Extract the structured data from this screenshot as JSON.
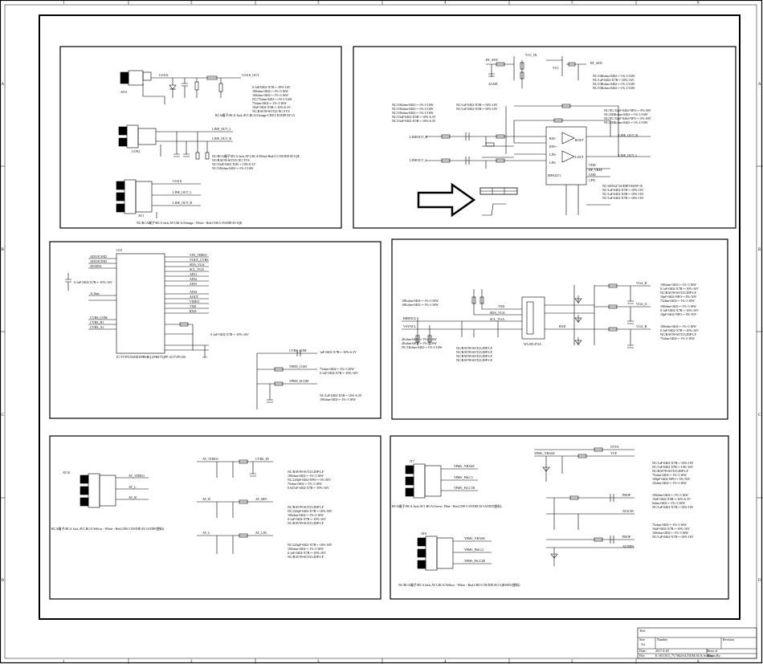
{
  "ruler": {
    "top": [
      "1",
      "2",
      "3",
      "4",
      "5",
      "6"
    ],
    "bottom": [
      "1",
      "2",
      "3",
      "4",
      "5",
      "6"
    ],
    "left": [
      "A",
      "B",
      "C",
      "D"
    ],
    "right": [
      "A",
      "B",
      "C",
      "D"
    ]
  },
  "title_block": {
    "title_label": "Title",
    "size_label": "Size",
    "size_value": "A4",
    "number_label": "Number",
    "revision_label": "Revision",
    "date_label": "Date:",
    "date_value": "2017-4-20",
    "file_label": "File:",
    "file_value": "E:\\AV1015_7V7002\\ALTIUM\\AUX.SchDoc",
    "sheet_label": "Sheet of",
    "drawn_label": "Drawn By:"
  },
  "coax": {
    "jack": "AVI1",
    "net_in": "COAX",
    "net_out": "COAX_OUT",
    "notes": [
      "0.1uF/0402-X7R-+-10%-16V",
      "100ohm-0402-+-1%-1/16W",
      "100ohm-0402-+-1%-1/16W",
      "NC/75ohm-0402-+-1%-1/16W",
      "75ohm-0402-+-1%-1/16W",
      "10uF-0402-X5R-+-10%-6.3V",
      "NC/BAV99-SOT23 NC/TVS",
      "RCA端子/RCA Jack,AV1,RCA/Orange-CH0.5 IO/DIP,AV1A"
    ],
    "line_out_l": "LINE_OUT_L",
    "line_out_r": "LINE_OUT_R",
    "line_jack": "CON2",
    "line_notes": [
      "NC/RCA端子/RCA Jack,AV1,RCA/White-Red/2.5.5N/DIP,AV1QE",
      "NC/BAV99-SOT23 NC/TVS",
      "NC/10uF-0402 X5R-+-10%-6.3V",
      "NC/100ohm-0402-+-1%-1/16W"
    ],
    "av_jack": "AV1",
    "av_nets": [
      "COAX",
      "LINE_OUT_L",
      "LINE_OUT_R"
    ],
    "av_note": "NC/RCA端子/RCA Jack,AV1,RCA/Orange - White - Red,CH0.5.5N/DIP,AV1QE"
  },
  "amp": {
    "top_nets": [
      "BT_SEN",
      "VCC_IN",
      "AGND",
      "VCC",
      "BT_SEN"
    ],
    "in_r": "LINEOUT_R",
    "in_l": "LINEOUT_L",
    "ic": "MPA3271",
    "pins_left": [
      "RIN-",
      "RIN+",
      "LIN+",
      "LIN-"
    ],
    "pins_right": [
      "ROUT",
      "LOUT",
      "VDD",
      "BP_VREF",
      "GND",
      "CPN"
    ],
    "out_r": "LINE_OUT_R",
    "out_l": "LINE_OUT_L",
    "notes": [
      "NC/100ohm-0402-+-1%-1/16W",
      "NC/100ohm-0402-+-1%-1/16W",
      "NC/100ohm-0402-+-1%-1/16W",
      "NC/10uF-0402-X5R-+-10%-6.3V",
      "NC/10uF-0402-X5R-+-10%-6.3V",
      "NC/1uF-0402-X5R-+-10%-16V",
      "NC/1uF-0402-X5R-+-10%-16V"
    ],
    "right_notes": [
      "NC/10Kohm-0402-+-1%-1/16W",
      "NC/1uF-0402-X7R-+-10%-16V",
      "NC/10Kohm-0402-+-1%-1/16W",
      "NC/10Kohm-0402-+-1%-1/16W"
    ],
    "fb_notes": [
      "NC/NC/33pF-0402-NPO-+-5%-50V",
      "NC/200Kohm-0402-+-1%-1/16W",
      "NC/NC/33pF-0402-NPO-+-5%-50V",
      "NC/200Kohm-0402-+-1%-1/16W"
    ],
    "bottom_notes": [
      "NC/APA3271S/DIP,TSSOP-16",
      "NC/1uF-0402-X7R-+-10%-16V",
      "NC/1uF-0402-X5R-+-10%-16V",
      "NC/1uF-0402-X7R-+-10%-16V"
    ]
  },
  "decoder": {
    "ic": "U10",
    "left_nets": [
      "ADC0C3ND",
      "ADC0C5ND",
      "AVSD33"
    ],
    "net_labels": [
      "11.0ms",
      "CVBS_COM",
      "CVBS_B1",
      "CVBS_A1"
    ],
    "right_nets": [
      "VIN_VIDEO",
      "VOUT_CVBS",
      "SDA_VGA",
      "SCL_VGA",
      "AIN1",
      "AIN2",
      "AIN3",
      "AIN4",
      "AOUT",
      "VIDEO",
      "TXD",
      "RXD"
    ],
    "cap_note": "0.1uF-0402-X7R-+-10%-16V",
    "foot_note": "IC/TVP5150AM1IPBSRQ1/PBS/TQFP-32,TVP5150",
    "out_nets": [
      "CVBS_COM",
      "VPBN_COM",
      "VPBN_SCOM"
    ],
    "r_notes": [
      "1nF-0402-X7R-+-10%-6.3V",
      "75ohm-0402-+-1%-1/16W",
      "0.1uF-0402-X7R-+-10%-16V",
      "NC/1uF-0402-X5R-+-10%-6.3V",
      "100ohm-0402-+-1%-1/16W"
    ]
  },
  "vga": {
    "ic": "W1205-472A",
    "left_nets": [
      "BRDNCL",
      "VSYNCL"
    ],
    "mid_nets": [
      "TXD",
      "SDA_VGA",
      "SCL_VGA",
      "RXD"
    ],
    "right_nets": [
      "VGA_R",
      "VGA_G",
      "VGA_B"
    ],
    "r_notes": [
      "100ohm-0402-+-1%-1/16W",
      "0.1uF-0402-X7R-+-10%-16V",
      "NC/BAV99-SOT23,DIP-LF",
      "10pF-0402-NPO-+-5%-50V",
      "75ohm-0402-+-1%-1/16W"
    ],
    "left_notes": [
      "10Kohm-0402-+-1%-1/16W",
      "10Kohm-0402-+-1%-1/16W",
      "2Kohm-0402-+-1%-1/16W",
      "2Kohm-0402-+-1%-1/16W",
      "NC/1Kohm-0402-+-1%-1/16W"
    ],
    "mid_notes": [
      "NC/BAV99-SOT23,DIP-LF",
      "NC/BAV99-SOT23,DIP-LF",
      "NC/BAV99-SOT23,DIP-LF",
      "NC/BAV99-SOT23,DIP-LF"
    ],
    "b_notes": [
      "100ohm-0402-+-1%-1/16W",
      "0.1uF-0402-X7R-+-10%-16V",
      "NC/BAV99-SOT23,DIP-LF",
      "75ohm-0402-+-1%-1/16W"
    ]
  },
  "av_in": {
    "jack": "AV10",
    "pins": [
      "AV_VIDEO",
      "AV_L",
      "AV_R"
    ],
    "note": "RCA端子/RCA Jack,AV1,RCA/Yellow - White - Red,CH0.5.5N/DIP,AV1A/DIP(塑料)",
    "nets": [
      "AV_VIDEO",
      "CVBS_IN",
      "AV_R",
      "AV_RIN",
      "AV_L",
      "AV_LIN"
    ],
    "notes1": [
      "NC/BAV99-SOT23,DIP-LF",
      "100ohm-0402-+-1%-1/16W",
      "NC/220pF-0402-NPO-+-5%-50V",
      "75ohm-0402-+-1%-1/16W",
      "0.047uF-0402-X7R-+-10%-16V"
    ],
    "notes2": [
      "NC/BAV99-SOT23,DIP-LF",
      "NC/220pF-0402-X7R-+-10%-50V",
      "100ohm-0402-+-1%-1/16W",
      "0.1uF-0402-X7R-+-10%-16V",
      "NC/BAV99-SOT23,DIP-LF"
    ],
    "notes3": [
      "NC/220pF-0402-X7R-+-10%-50V",
      "100ohm-0402-+-1%-1/16W",
      "0.1uF-0402-X7R-+-10%-16V",
      "NC/BAV99-SOT23,DIP-LF"
    ]
  },
  "ypbpr": {
    "jack1": "JT7",
    "pins1": [
      "YPbPr_YBASE",
      "YPbPr_PbLC1",
      "YPbPr_PrLC1R"
    ],
    "jack2": "AT8",
    "pins2": [
      "YPbPr_YBASE",
      "YPbPr_PbLC2",
      "YPbPr_PrLC2R"
    ],
    "note1": "RCA端子/RCA Jack,AV1,RCA/Green - Blue - Red,CH0.5.5N/DIP,AV1A/DIP(塑料)",
    "note2": "NC/RCA端子/RCA Jack,AV1,RCA/Yellow - White - Red,CH0.5.5N/DIP,AV1/QR3MV(塑料)",
    "nets": [
      "NTVS",
      "YVP",
      "YPbPr_YBASE",
      "PBOP",
      "AV2LIN",
      "PROP",
      "AV2RIN"
    ],
    "notes1": [
      "NC/1uF-0402-X7R-+-10%-16V",
      "NC/1uF-0402 X7R-+-10%-16V",
      "NC/BAV99-SOT23,DIP-LF",
      "75ohm-0402-+-1%-1/16W",
      "100pF-0402-NPO-+-5%-50V",
      "10ohm-0402-+-1%-1/16W"
    ],
    "notes2": [
      "100ohm-0402-+-1%-1/16W",
      "10uF-0402-X5R-+-10%-6.3V",
      "0ohm-0402-+-1%-1/16W",
      "NC/1uF-0402-X7R-+-10%-16V"
    ],
    "notes3": [
      "75ohm-0402-+-1%-1/16W",
      "10uF-0402-X7R-+-10%-16V",
      "100ohm-0402-+-1%-1/16W",
      "NC/1uF-0402-X7R-+-10%-16V"
    ]
  }
}
